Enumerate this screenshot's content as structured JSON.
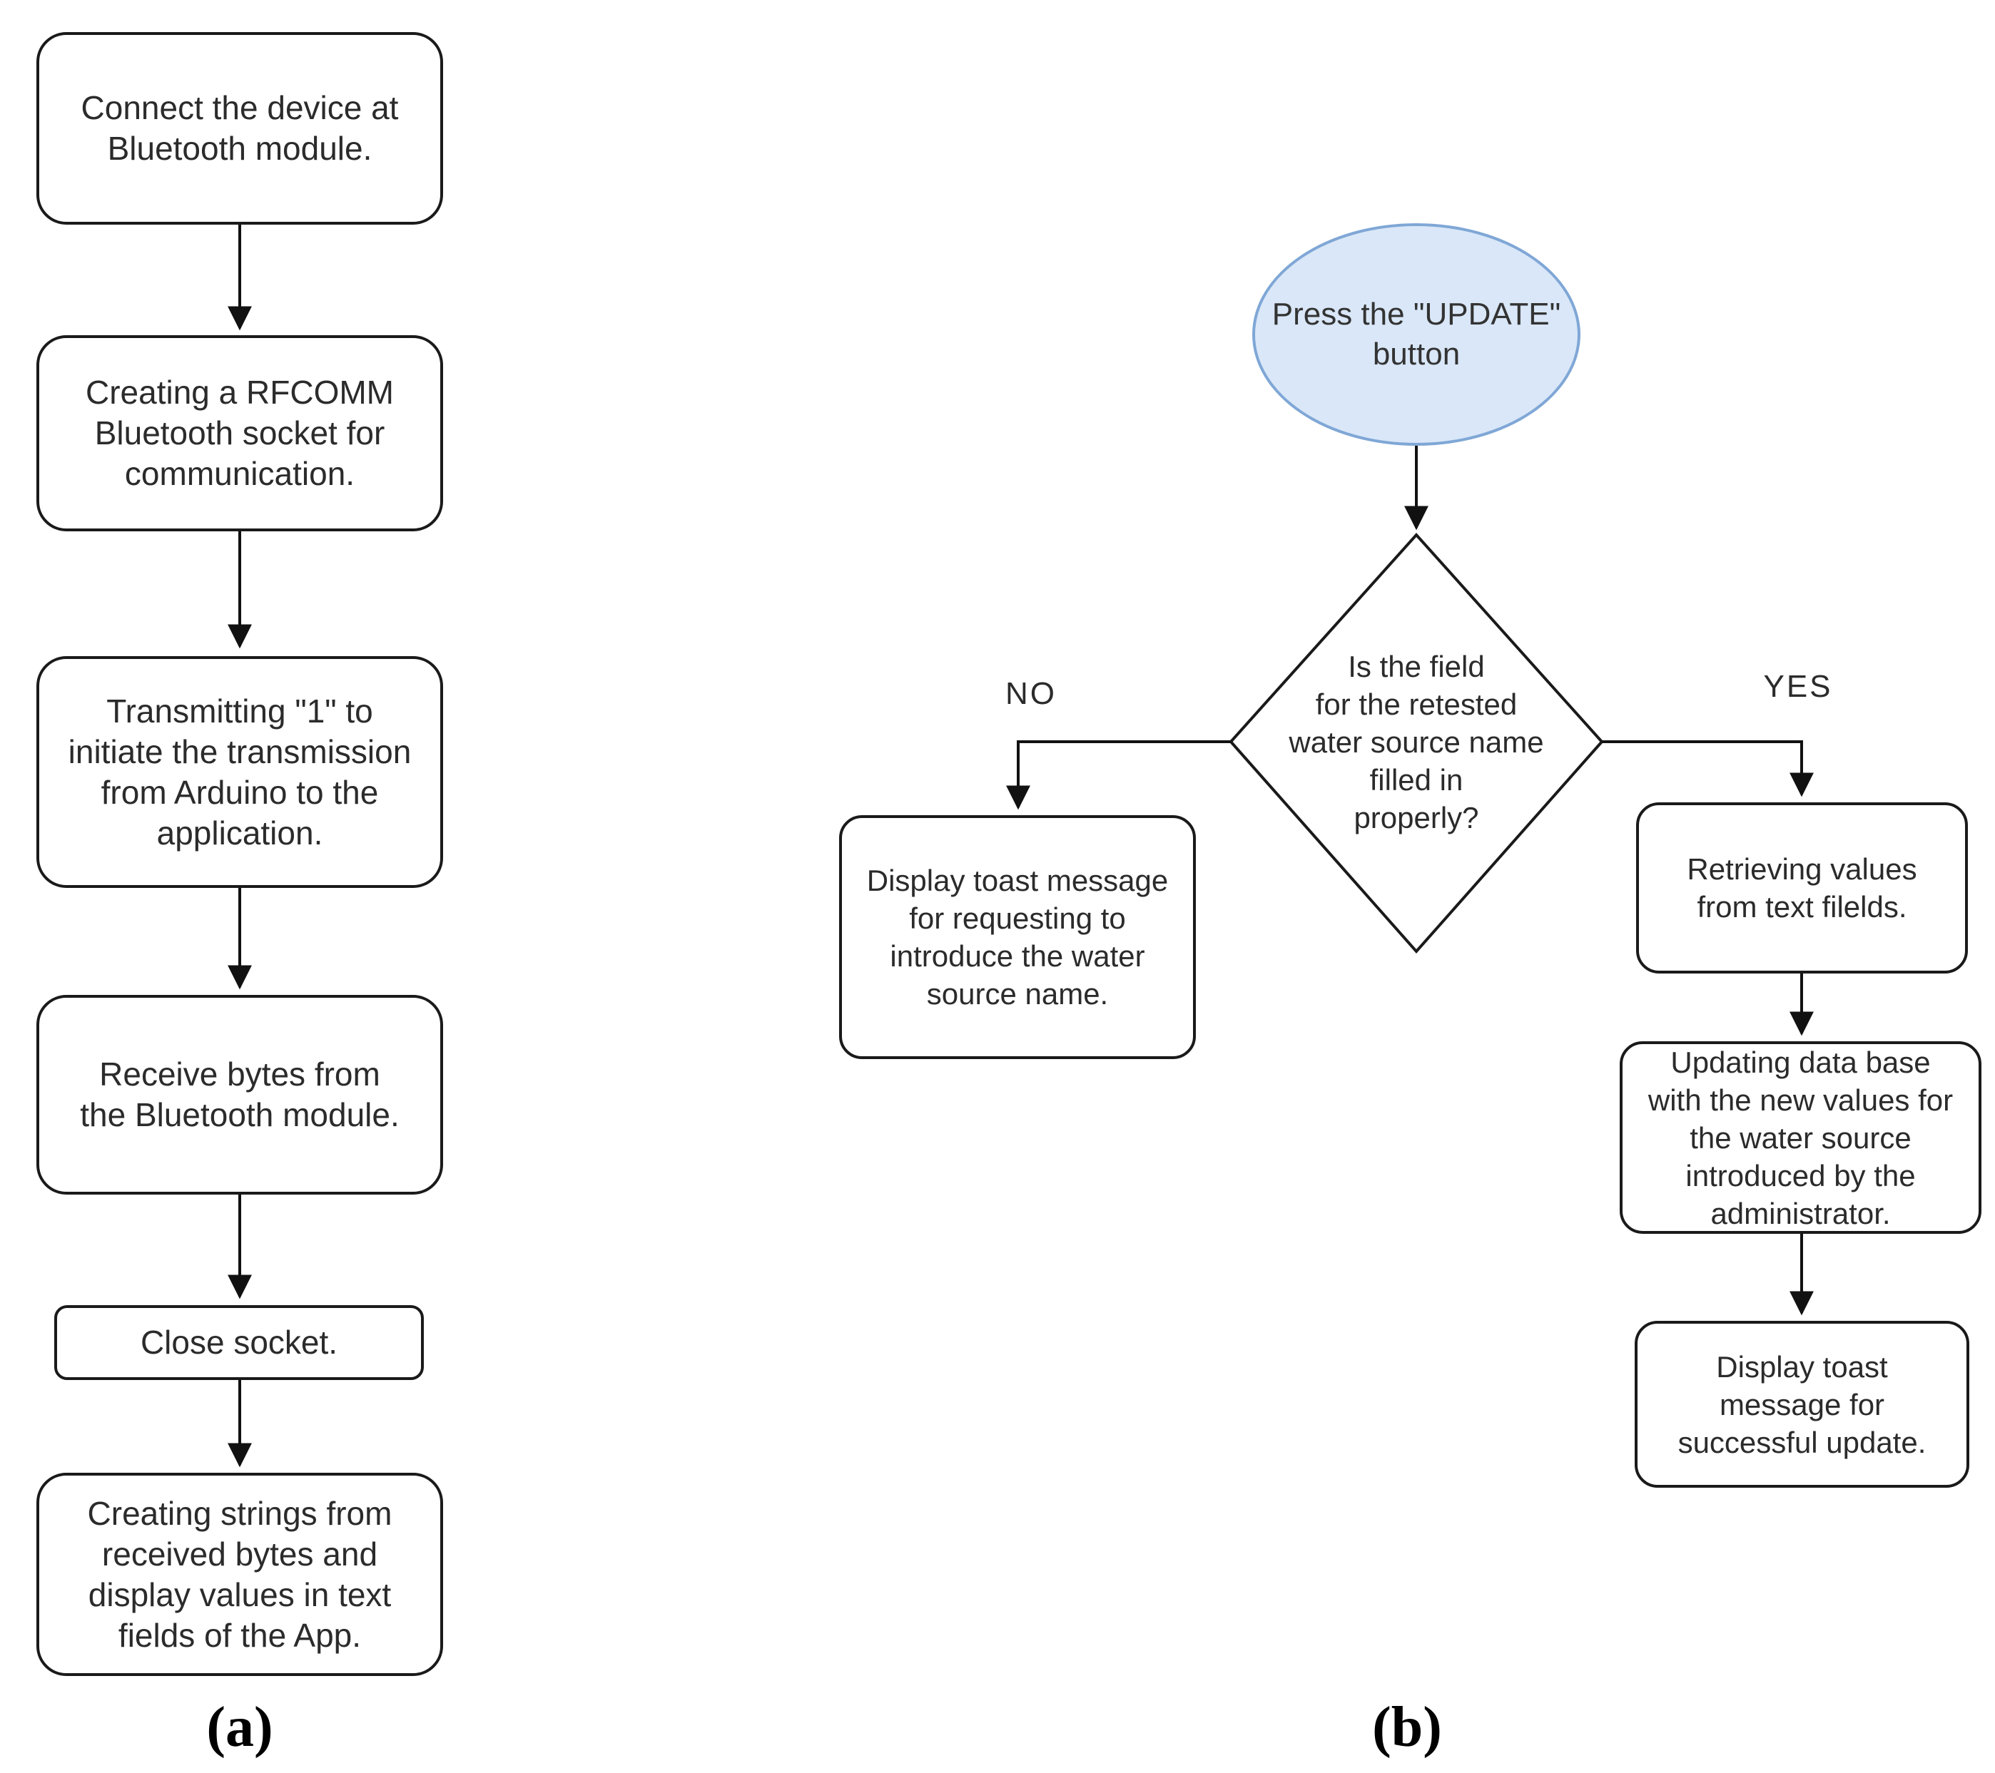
{
  "figure": {
    "panel_a": {
      "caption": "(a)",
      "steps": [
        {
          "id": "connect-device",
          "lines": [
            "Connect the device at",
            "Bluetooth module."
          ]
        },
        {
          "id": "create-socket",
          "lines": [
            "Creating a RFCOMM",
            "Bluetooth socket for",
            "communication."
          ]
        },
        {
          "id": "transmit-one",
          "lines": [
            "Transmitting \"1\" to",
            "initiate the transmission",
            "from Arduino to the",
            "application."
          ]
        },
        {
          "id": "receive-bytes",
          "lines": [
            "Receive bytes from",
            "the Bluetooth module."
          ]
        },
        {
          "id": "close-socket",
          "lines": [
            "Close socket."
          ]
        },
        {
          "id": "create-strings",
          "lines": [
            "Creating strings from",
            "received bytes and",
            "display values in text",
            "fields of the App."
          ]
        }
      ]
    },
    "panel_b": {
      "caption": "(b)",
      "start": {
        "lines": [
          "Press the \"UPDATE\"",
          "button"
        ]
      },
      "decision": {
        "lines": [
          "Is the field",
          "for the retested",
          "water source name",
          "filled in",
          "properly?"
        ]
      },
      "no_label": "NO",
      "yes_label": "YES",
      "no_step": {
        "lines": [
          "Display toast message",
          "for requesting to",
          "introduce the water",
          "source name."
        ]
      },
      "yes_steps": [
        {
          "id": "retrieve-values",
          "lines": [
            "Retrieving values",
            "from text filelds."
          ]
        },
        {
          "id": "update-database",
          "lines": [
            "Updating data base",
            "with the new values for",
            "the water source",
            "introduced by the",
            "administrator."
          ]
        },
        {
          "id": "toast-success",
          "lines": [
            "Display toast",
            "message for",
            "successful update."
          ]
        }
      ]
    },
    "colors": {
      "ellipse_fill": "#d9e7f8",
      "ellipse_border": "#7fa7d6",
      "shape_border": "#1a1a1a",
      "text": "#2b2b2b"
    }
  }
}
